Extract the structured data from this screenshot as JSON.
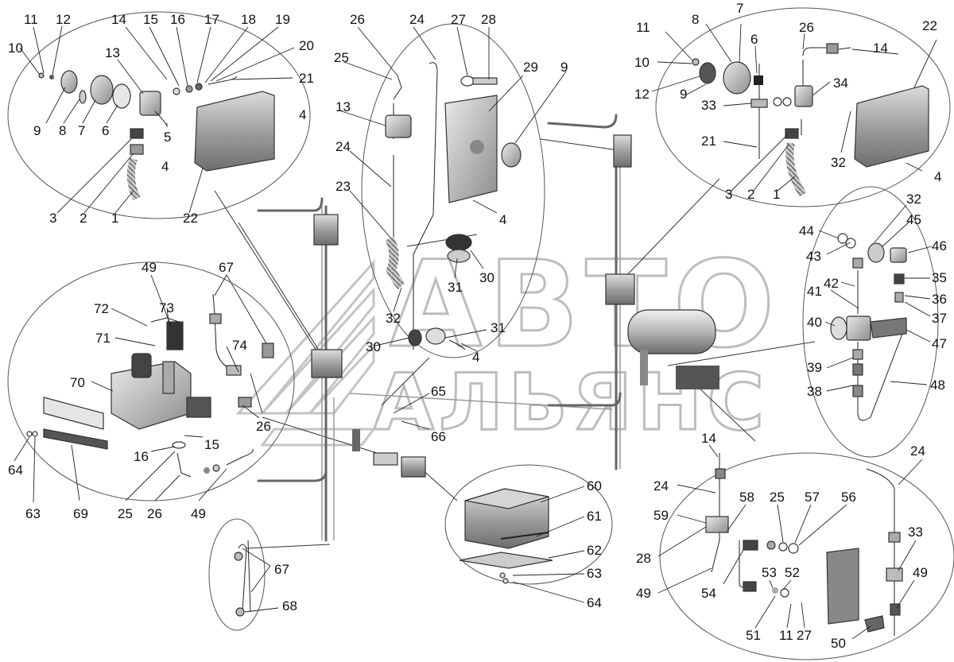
{
  "watermark": {
    "line1": "АВТО",
    "line2": "АЛЬЯНС"
  },
  "callouts": [
    {
      "id": "c1",
      "text": "11"
    },
    {
      "id": "c2",
      "text": "12"
    },
    {
      "id": "c3",
      "text": "10"
    },
    {
      "id": "c4",
      "text": "14"
    },
    {
      "id": "c5",
      "text": "15"
    },
    {
      "id": "c6",
      "text": "16"
    },
    {
      "id": "c7",
      "text": "17"
    },
    {
      "id": "c8",
      "text": "18"
    },
    {
      "id": "c9",
      "text": "19"
    },
    {
      "id": "c10",
      "text": "20"
    },
    {
      "id": "c11",
      "text": "21"
    },
    {
      "id": "c12",
      "text": "13"
    },
    {
      "id": "c13",
      "text": "4"
    },
    {
      "id": "c14",
      "text": "9"
    },
    {
      "id": "c15",
      "text": "8"
    },
    {
      "id": "c16",
      "text": "7"
    },
    {
      "id": "c17",
      "text": "6"
    },
    {
      "id": "c18",
      "text": "5"
    },
    {
      "id": "c19",
      "text": "4"
    },
    {
      "id": "c20",
      "text": "3"
    },
    {
      "id": "c21",
      "text": "2"
    },
    {
      "id": "c22",
      "text": "1"
    },
    {
      "id": "c23",
      "text": "22"
    },
    {
      "id": "c24",
      "text": "26"
    },
    {
      "id": "c25",
      "text": "24"
    },
    {
      "id": "c26",
      "text": "27"
    },
    {
      "id": "c27",
      "text": "28"
    },
    {
      "id": "c28",
      "text": "25"
    },
    {
      "id": "c29",
      "text": "29"
    },
    {
      "id": "c30",
      "text": "9"
    },
    {
      "id": "c31",
      "text": "13"
    },
    {
      "id": "c32",
      "text": "24"
    },
    {
      "id": "c33",
      "text": "23"
    },
    {
      "id": "c34",
      "text": "4"
    },
    {
      "id": "c35",
      "text": "31"
    },
    {
      "id": "c36",
      "text": "30"
    },
    {
      "id": "c37",
      "text": "32"
    },
    {
      "id": "c38",
      "text": "31"
    },
    {
      "id": "c39",
      "text": "30"
    },
    {
      "id": "c40",
      "text": "4"
    },
    {
      "id": "c41",
      "text": "7"
    },
    {
      "id": "c42",
      "text": "11"
    },
    {
      "id": "c43",
      "text": "8"
    },
    {
      "id": "c44",
      "text": "6"
    },
    {
      "id": "c45",
      "text": "26"
    },
    {
      "id": "c46",
      "text": "14"
    },
    {
      "id": "c47",
      "text": "22"
    },
    {
      "id": "c48",
      "text": "10"
    },
    {
      "id": "c49",
      "text": "12"
    },
    {
      "id": "c50",
      "text": "9"
    },
    {
      "id": "c51",
      "text": "34"
    },
    {
      "id": "c52",
      "text": "33"
    },
    {
      "id": "c53",
      "text": "21"
    },
    {
      "id": "c54",
      "text": "32"
    },
    {
      "id": "c55",
      "text": "4"
    },
    {
      "id": "c56",
      "text": "3"
    },
    {
      "id": "c57",
      "text": "2"
    },
    {
      "id": "c58",
      "text": "1"
    },
    {
      "id": "c59",
      "text": "32"
    },
    {
      "id": "c60",
      "text": "44"
    },
    {
      "id": "c61",
      "text": "45"
    },
    {
      "id": "c62",
      "text": "46"
    },
    {
      "id": "c63",
      "text": "43"
    },
    {
      "id": "c64",
      "text": "42"
    },
    {
      "id": "c65",
      "text": "35"
    },
    {
      "id": "c66",
      "text": "41"
    },
    {
      "id": "c67",
      "text": "36"
    },
    {
      "id": "c68",
      "text": "37"
    },
    {
      "id": "c69",
      "text": "40"
    },
    {
      "id": "c70",
      "text": "47"
    },
    {
      "id": "c71",
      "text": "39"
    },
    {
      "id": "c72",
      "text": "38"
    },
    {
      "id": "c73",
      "text": "48"
    },
    {
      "id": "c74",
      "text": "49"
    },
    {
      "id": "c75",
      "text": "67"
    },
    {
      "id": "c76",
      "text": "72"
    },
    {
      "id": "c77",
      "text": "73"
    },
    {
      "id": "c78",
      "text": "71"
    },
    {
      "id": "c79",
      "text": "74"
    },
    {
      "id": "c80",
      "text": "70"
    },
    {
      "id": "c81",
      "text": "26"
    },
    {
      "id": "c82",
      "text": "15"
    },
    {
      "id": "c83",
      "text": "16"
    },
    {
      "id": "c84",
      "text": "64"
    },
    {
      "id": "c85",
      "text": "63"
    },
    {
      "id": "c86",
      "text": "69"
    },
    {
      "id": "c87",
      "text": "25"
    },
    {
      "id": "c88",
      "text": "26"
    },
    {
      "id": "c89",
      "text": "49"
    },
    {
      "id": "c90",
      "text": "65"
    },
    {
      "id": "c91",
      "text": "66"
    },
    {
      "id": "c92",
      "text": "67"
    },
    {
      "id": "c93",
      "text": "68"
    },
    {
      "id": "c94",
      "text": "60"
    },
    {
      "id": "c95",
      "text": "61"
    },
    {
      "id": "c96",
      "text": "62"
    },
    {
      "id": "c97",
      "text": "63"
    },
    {
      "id": "c98",
      "text": "64"
    },
    {
      "id": "c99",
      "text": "14"
    },
    {
      "id": "c100",
      "text": "24"
    },
    {
      "id": "c101",
      "text": "59"
    },
    {
      "id": "c102",
      "text": "28"
    },
    {
      "id": "c103",
      "text": "49"
    },
    {
      "id": "c104",
      "text": "58"
    },
    {
      "id": "c105",
      "text": "25"
    },
    {
      "id": "c106",
      "text": "57"
    },
    {
      "id": "c107",
      "text": "56"
    },
    {
      "id": "c108",
      "text": "54"
    },
    {
      "id": "c109",
      "text": "53"
    },
    {
      "id": "c110",
      "text": "52"
    },
    {
      "id": "c111",
      "text": "51"
    },
    {
      "id": "c112",
      "text": "11"
    },
    {
      "id": "c113",
      "text": "27"
    },
    {
      "id": "c114",
      "text": "50"
    },
    {
      "id": "c115",
      "text": "24"
    },
    {
      "id": "c116",
      "text": "33"
    },
    {
      "id": "c117",
      "text": "49"
    }
  ]
}
